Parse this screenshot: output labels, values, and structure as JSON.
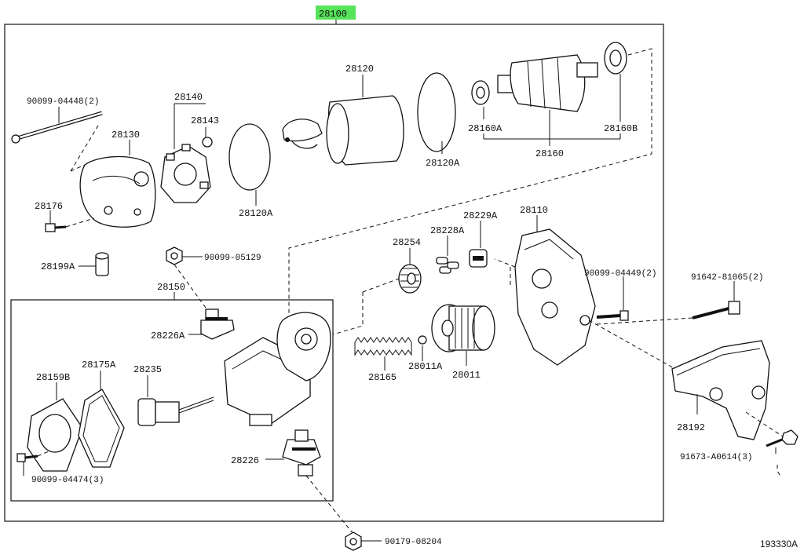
{
  "assembly": {
    "label": "28100",
    "highlight_color": "#57e35a"
  },
  "parts": {
    "p28120": "28120",
    "p28120a_left": "28120A",
    "p28120a_right": "28120A",
    "p28160a": "28160A",
    "p28160b": "28160B",
    "p28160": "28160",
    "p28140": "28140",
    "p28143": "28143",
    "p28130": "28130",
    "p90099_04448": "90099-04448(2)",
    "p28176": "28176",
    "p28199a": "28199A",
    "p90099_05129": "90099-05129",
    "p28150": "28150",
    "p28226a": "28226A",
    "p28159b": "28159B",
    "p28175a": "28175A",
    "p28235": "28235",
    "p28226": "28226",
    "p90099_04474": "90099-04474(3)",
    "p90179_08204": "90179-08204",
    "p28254": "28254",
    "p28228a": "28228A",
    "p28229a": "28229A",
    "p28110": "28110",
    "p90099_04449": "90099-04449(2)",
    "p91642_81065": "91642-81065(2)",
    "p28165": "28165",
    "p28011a": "28011A",
    "p28011": "28011",
    "p28192": "28192",
    "p91673_a0614": "91673-A0614(3)"
  },
  "reference": "193330A"
}
